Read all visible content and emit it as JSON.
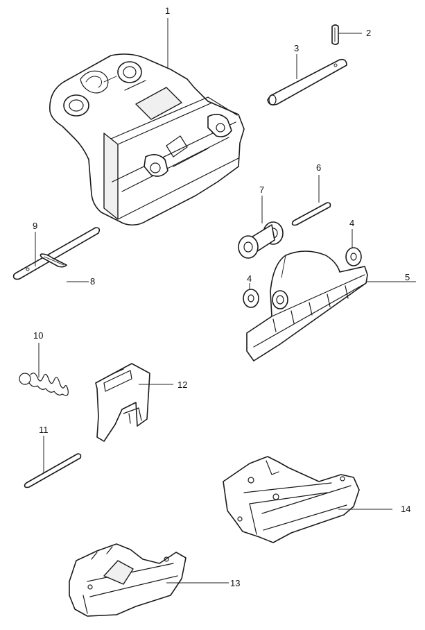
{
  "callouts": {
    "p1": "1",
    "p2": "2",
    "p3": "3",
    "p4a": "4",
    "p4b": "4",
    "p5": "5",
    "p6": "6",
    "p7": "7",
    "p8": "8",
    "p9": "9",
    "p10": "10",
    "p11": "11",
    "p12": "12",
    "p13": "13",
    "p14": "14"
  }
}
